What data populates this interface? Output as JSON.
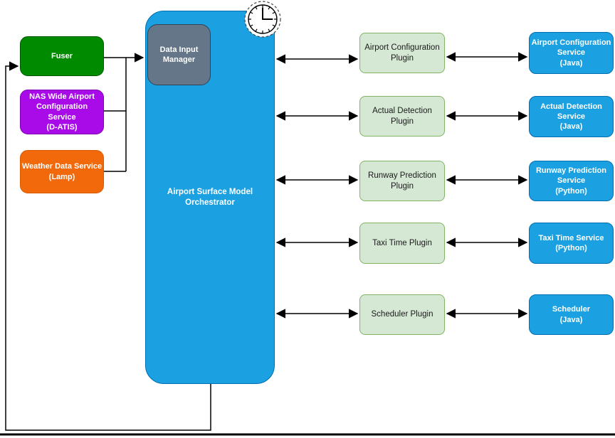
{
  "nodes": {
    "fuser": {
      "label": "Fuser"
    },
    "nas": {
      "label": "NAS Wide Airport\nConfiguration\nService\n(D-ATIS)"
    },
    "weather": {
      "label": "Weather Data Service\n(Lamp)"
    },
    "dim": {
      "label": "Data Input\nManager"
    },
    "orchestrator": {
      "label": "Airport Surface Model\nOrchestrator"
    }
  },
  "plugins": [
    {
      "label": "Airport Configuration\nPlugin"
    },
    {
      "label": "Actual Detection\nPlugin"
    },
    {
      "label": "Runway Prediction\nPlugin"
    },
    {
      "label": "Taxi Time Plugin"
    },
    {
      "label": "Scheduler Plugin"
    }
  ],
  "services": [
    {
      "label": "Airport Configuration\nService\n(Java)"
    },
    {
      "label": "Actual Detection\nService\n(Java)"
    },
    {
      "label": "Runway Prediction\nService\n(Python)"
    },
    {
      "label": "Taxi Time Service\n(Python)"
    },
    {
      "label": "Scheduler\n(Java)"
    }
  ],
  "icons": {
    "clock": "clock-icon"
  },
  "colors": {
    "orchestrator_blue": "#1BA1E2",
    "blue_border": "#006EAF",
    "plugin_green": "#D5E8D4",
    "plugin_border": "#82B366",
    "fuser_green": "#008A00",
    "nas_purple": "#A80BE8",
    "weather_orange": "#F2690C",
    "dim_gray": "#647687",
    "connector": "#000000"
  }
}
